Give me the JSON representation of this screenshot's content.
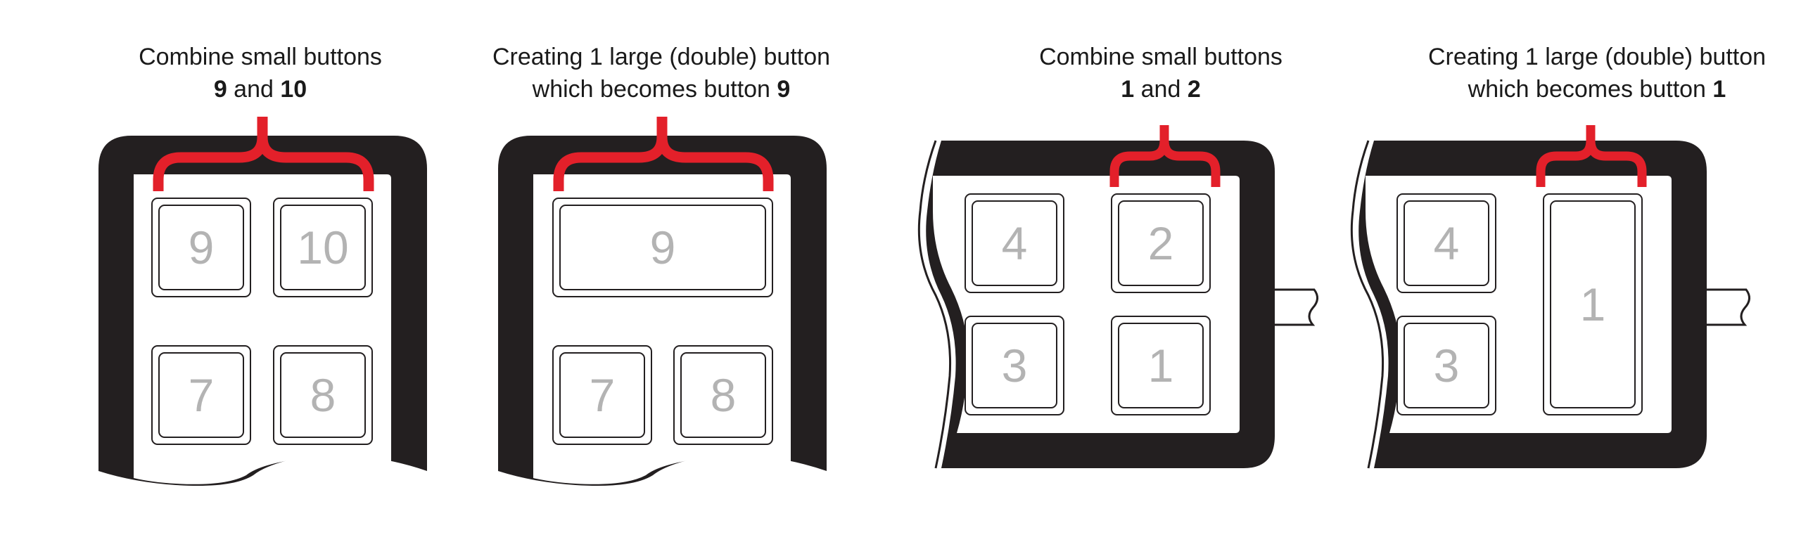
{
  "colors": {
    "brace": "#e3202a",
    "body": "#231f20",
    "button_label": "#b3b3b3"
  },
  "captions": [
    {
      "line1": "Combine small buttons",
      "b1": "9",
      "mid": " and ",
      "b2": "10"
    },
    {
      "line1": "Creating 1 large (double) button",
      "line2": "which becomes button ",
      "b1": "9"
    },
    {
      "line1": "Combine small buttons",
      "b1": "1",
      "mid": " and ",
      "b2": "2"
    },
    {
      "line1": "Creating 1 large (double) button",
      "line2": "which becomes button ",
      "b1": "1"
    }
  ],
  "panels": [
    {
      "buttons": [
        "9",
        "10",
        "7",
        "8"
      ]
    },
    {
      "buttons": [
        "9",
        "7",
        "8"
      ]
    },
    {
      "buttons": [
        "4",
        "2",
        "3",
        "1"
      ]
    },
    {
      "buttons": [
        "4",
        "3",
        "1"
      ]
    }
  ]
}
